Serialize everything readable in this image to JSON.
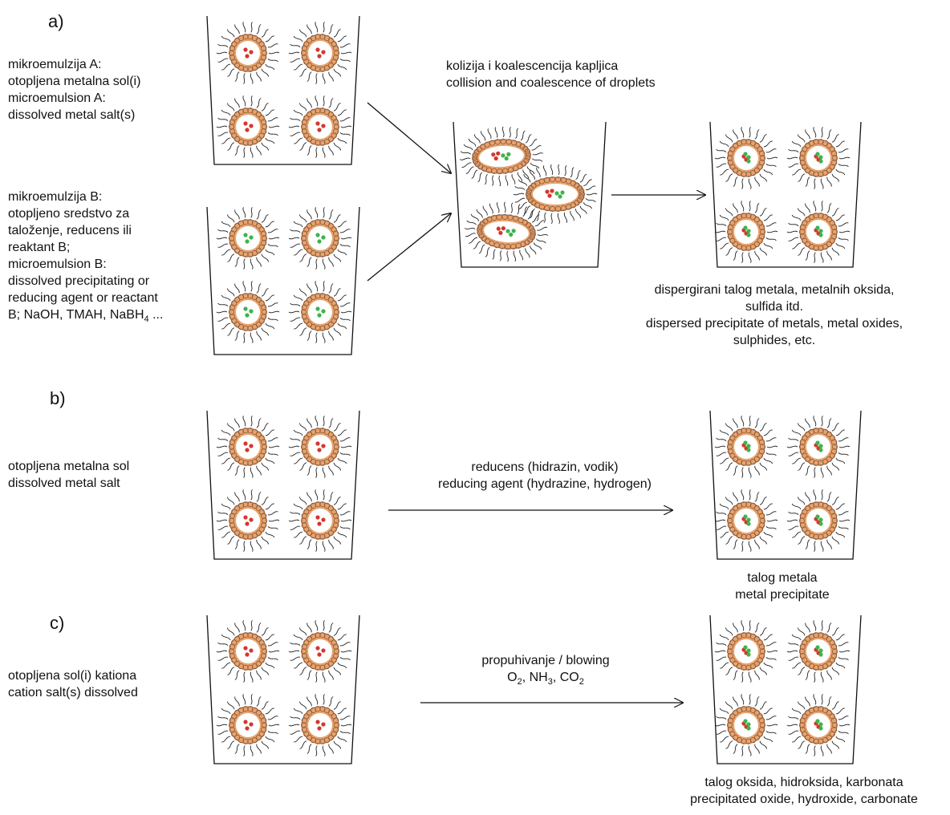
{
  "sections": {
    "a": {
      "letter": "a)",
      "microemulsion_A": [
        "mikroemulzija A:",
        "otopljena metalna sol(i)",
        "microemulsion A:",
        "dissolved metal salt(s)"
      ],
      "microemulsion_B": [
        "mikroemulzija B:",
        "otopljeno sredstvo za",
        "taloženje, reducens ili",
        "reaktant B;",
        "microemulsion B:",
        "dissolved precipitating or",
        "reducing agent or reactant"
      ],
      "microemulsion_B_last": {
        "prefix": "B; NaOH, TMAH, NaBH",
        "subscript": "4",
        "suffix": " ..."
      },
      "collision": [
        "kolizija i koalescencija kapljica",
        "collision and coalescence of droplets"
      ],
      "result": [
        "dispergirani talog metala, metalnih oksida,",
        "sulfida itd.",
        "dispersed precipitate of metals, metal oxides,",
        "sulphides, etc."
      ]
    },
    "b": {
      "letter": "b)",
      "left": [
        "otopljena metalna sol",
        "dissolved metal salt"
      ],
      "arrow": [
        "reducens (hidrazin, vodik)",
        "reducing agent (hydrazine, hydrogen)"
      ],
      "result": [
        "talog metala",
        "metal precipitate"
      ]
    },
    "c": {
      "letter": "c)",
      "left": [
        "otopljena sol(i) kationa",
        "cation salt(s) dissolved"
      ],
      "arrow_top": "propuhivanje / blowing",
      "gases": [
        {
          "base": "O",
          "sub": "2",
          "sep": ", "
        },
        {
          "base": "NH",
          "sub": "3",
          "sep": ", "
        },
        {
          "base": "CO",
          "sub": "2",
          "sep": ""
        }
      ],
      "result": [
        "talog oksida, hidroksida, karbonata",
        "precipitated oxide, hydroxide, carbonate"
      ]
    }
  },
  "colors": {
    "shell": "#e8a36c",
    "shell_ring": "#8b5a3c",
    "core": "#ffffff",
    "red_dot": "#d6362d",
    "green_dot": "#3fb34b",
    "ink": "#111111"
  },
  "droplet_contents": {
    "red_only": "red-dots",
    "green_only": "green-dots",
    "mixed": "red-and-green-cluster"
  }
}
